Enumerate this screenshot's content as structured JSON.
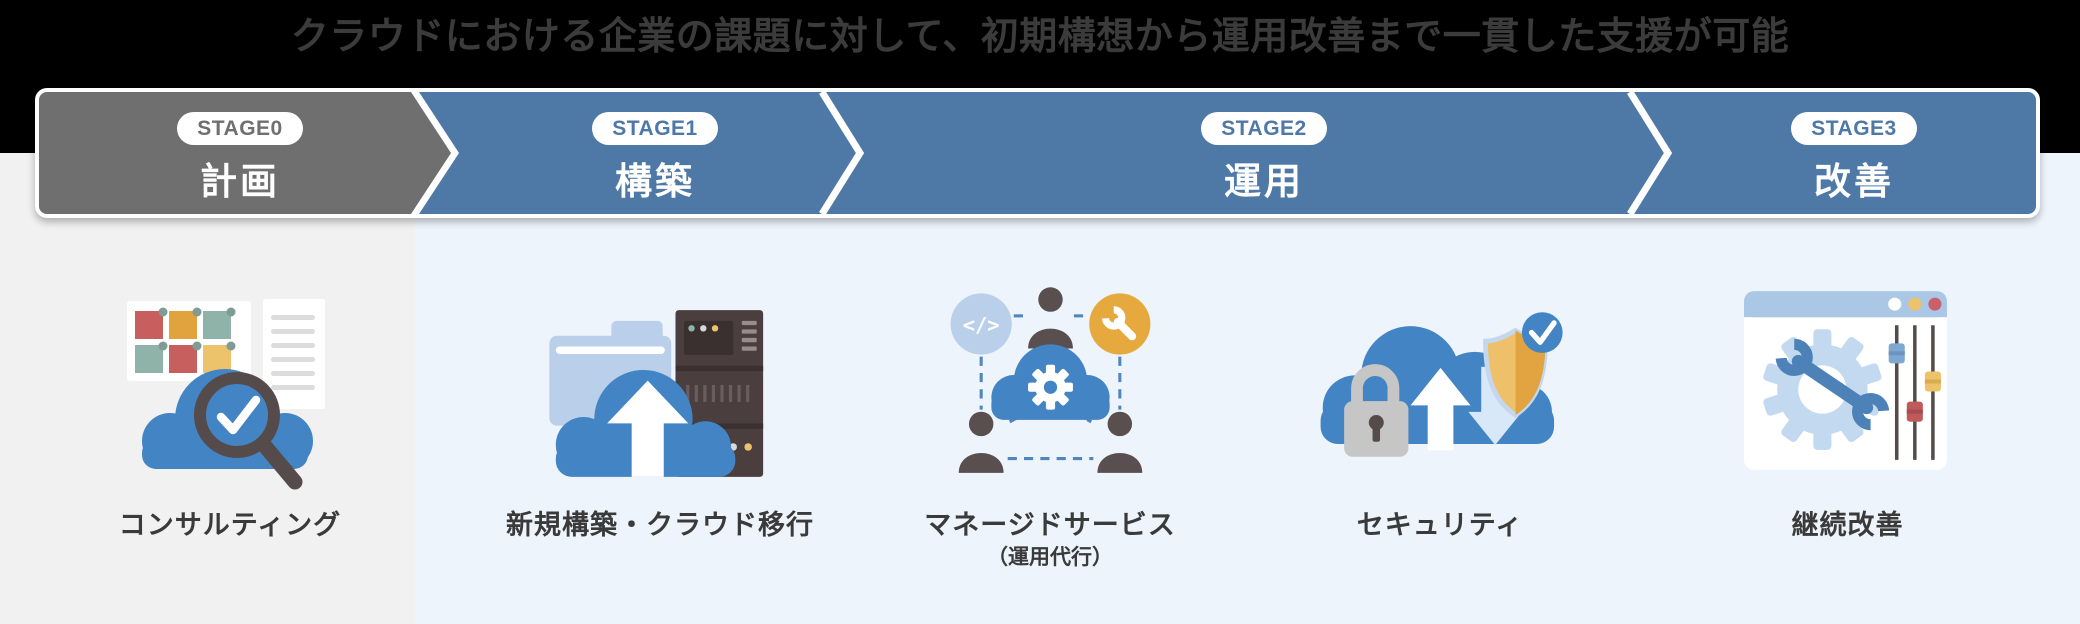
{
  "title": "クラウドにおける企業の課題に対して、初期構想から運用改善まで一貫した支援が可能",
  "stages": [
    {
      "badge": "STAGE0",
      "label": "計画"
    },
    {
      "badge": "STAGE1",
      "label": "構築"
    },
    {
      "badge": "STAGE2",
      "label": "運用"
    },
    {
      "badge": "STAGE3",
      "label": "改善"
    }
  ],
  "services": [
    {
      "label": "コンサルティング",
      "icon": "cloud-magnifier-check-icon"
    },
    {
      "label": "新規構築・クラウド移行",
      "icon": "cloud-upload-folder-server-icon"
    },
    {
      "label": "マネージドサービス",
      "sublabel": "（運用代行）",
      "icon": "people-cloud-gear-network-icon"
    },
    {
      "label": "セキュリティ",
      "icon": "cloud-lock-shield-check-icon"
    },
    {
      "label": "継続改善",
      "icon": "window-gear-wrench-sliders-icon"
    }
  ],
  "colors": {
    "background_top": "#000000",
    "left_column_bg": "#f1f1f1",
    "main_bg": "#edf4fc",
    "title_text": "#3b3b3b",
    "label_text": "#3a3a3a",
    "stage0_fill": "#6f6f6f",
    "stage_fill": "#4e78a6",
    "icon_blue": "#4384c4",
    "icon_dark": "#564b4b",
    "icon_light_blue": "#b9cfea",
    "icon_yellow": "#e5a93d",
    "icon_red": "#c75f5f",
    "icon_teal": "#8fb3a9"
  }
}
